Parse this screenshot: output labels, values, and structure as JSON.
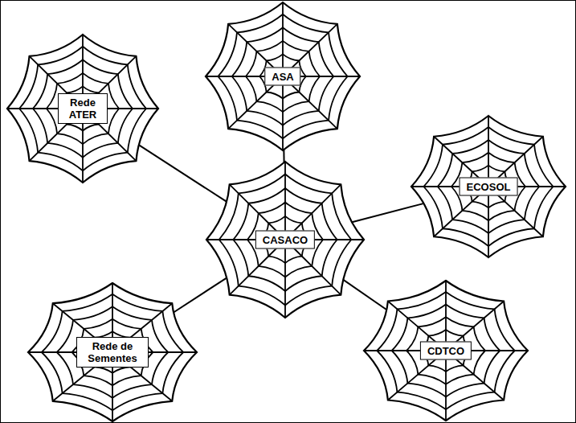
{
  "diagram": {
    "nodes": [
      {
        "text": [
          "ASA"
        ]
      },
      {
        "text": [
          "Rede ATER"
        ]
      },
      {
        "text": [
          "ECOSOL"
        ]
      },
      {
        "text": [
          "CASACO"
        ]
      },
      {
        "text": [
          "Rede de Sementes"
        ]
      },
      {
        "text": [
          "CDTCO"
        ]
      }
    ],
    "edges": [
      {
        "from": 3,
        "to": 1,
        "arrow": "none"
      },
      {
        "from": 3,
        "to": 0,
        "arrow": "none"
      },
      {
        "from": 3,
        "to": 2,
        "arrow": "none"
      },
      {
        "from": 3,
        "to": 4,
        "arrow": "none"
      },
      {
        "from": 3,
        "to": 5,
        "arrow": "none"
      }
    ]
  }
}
